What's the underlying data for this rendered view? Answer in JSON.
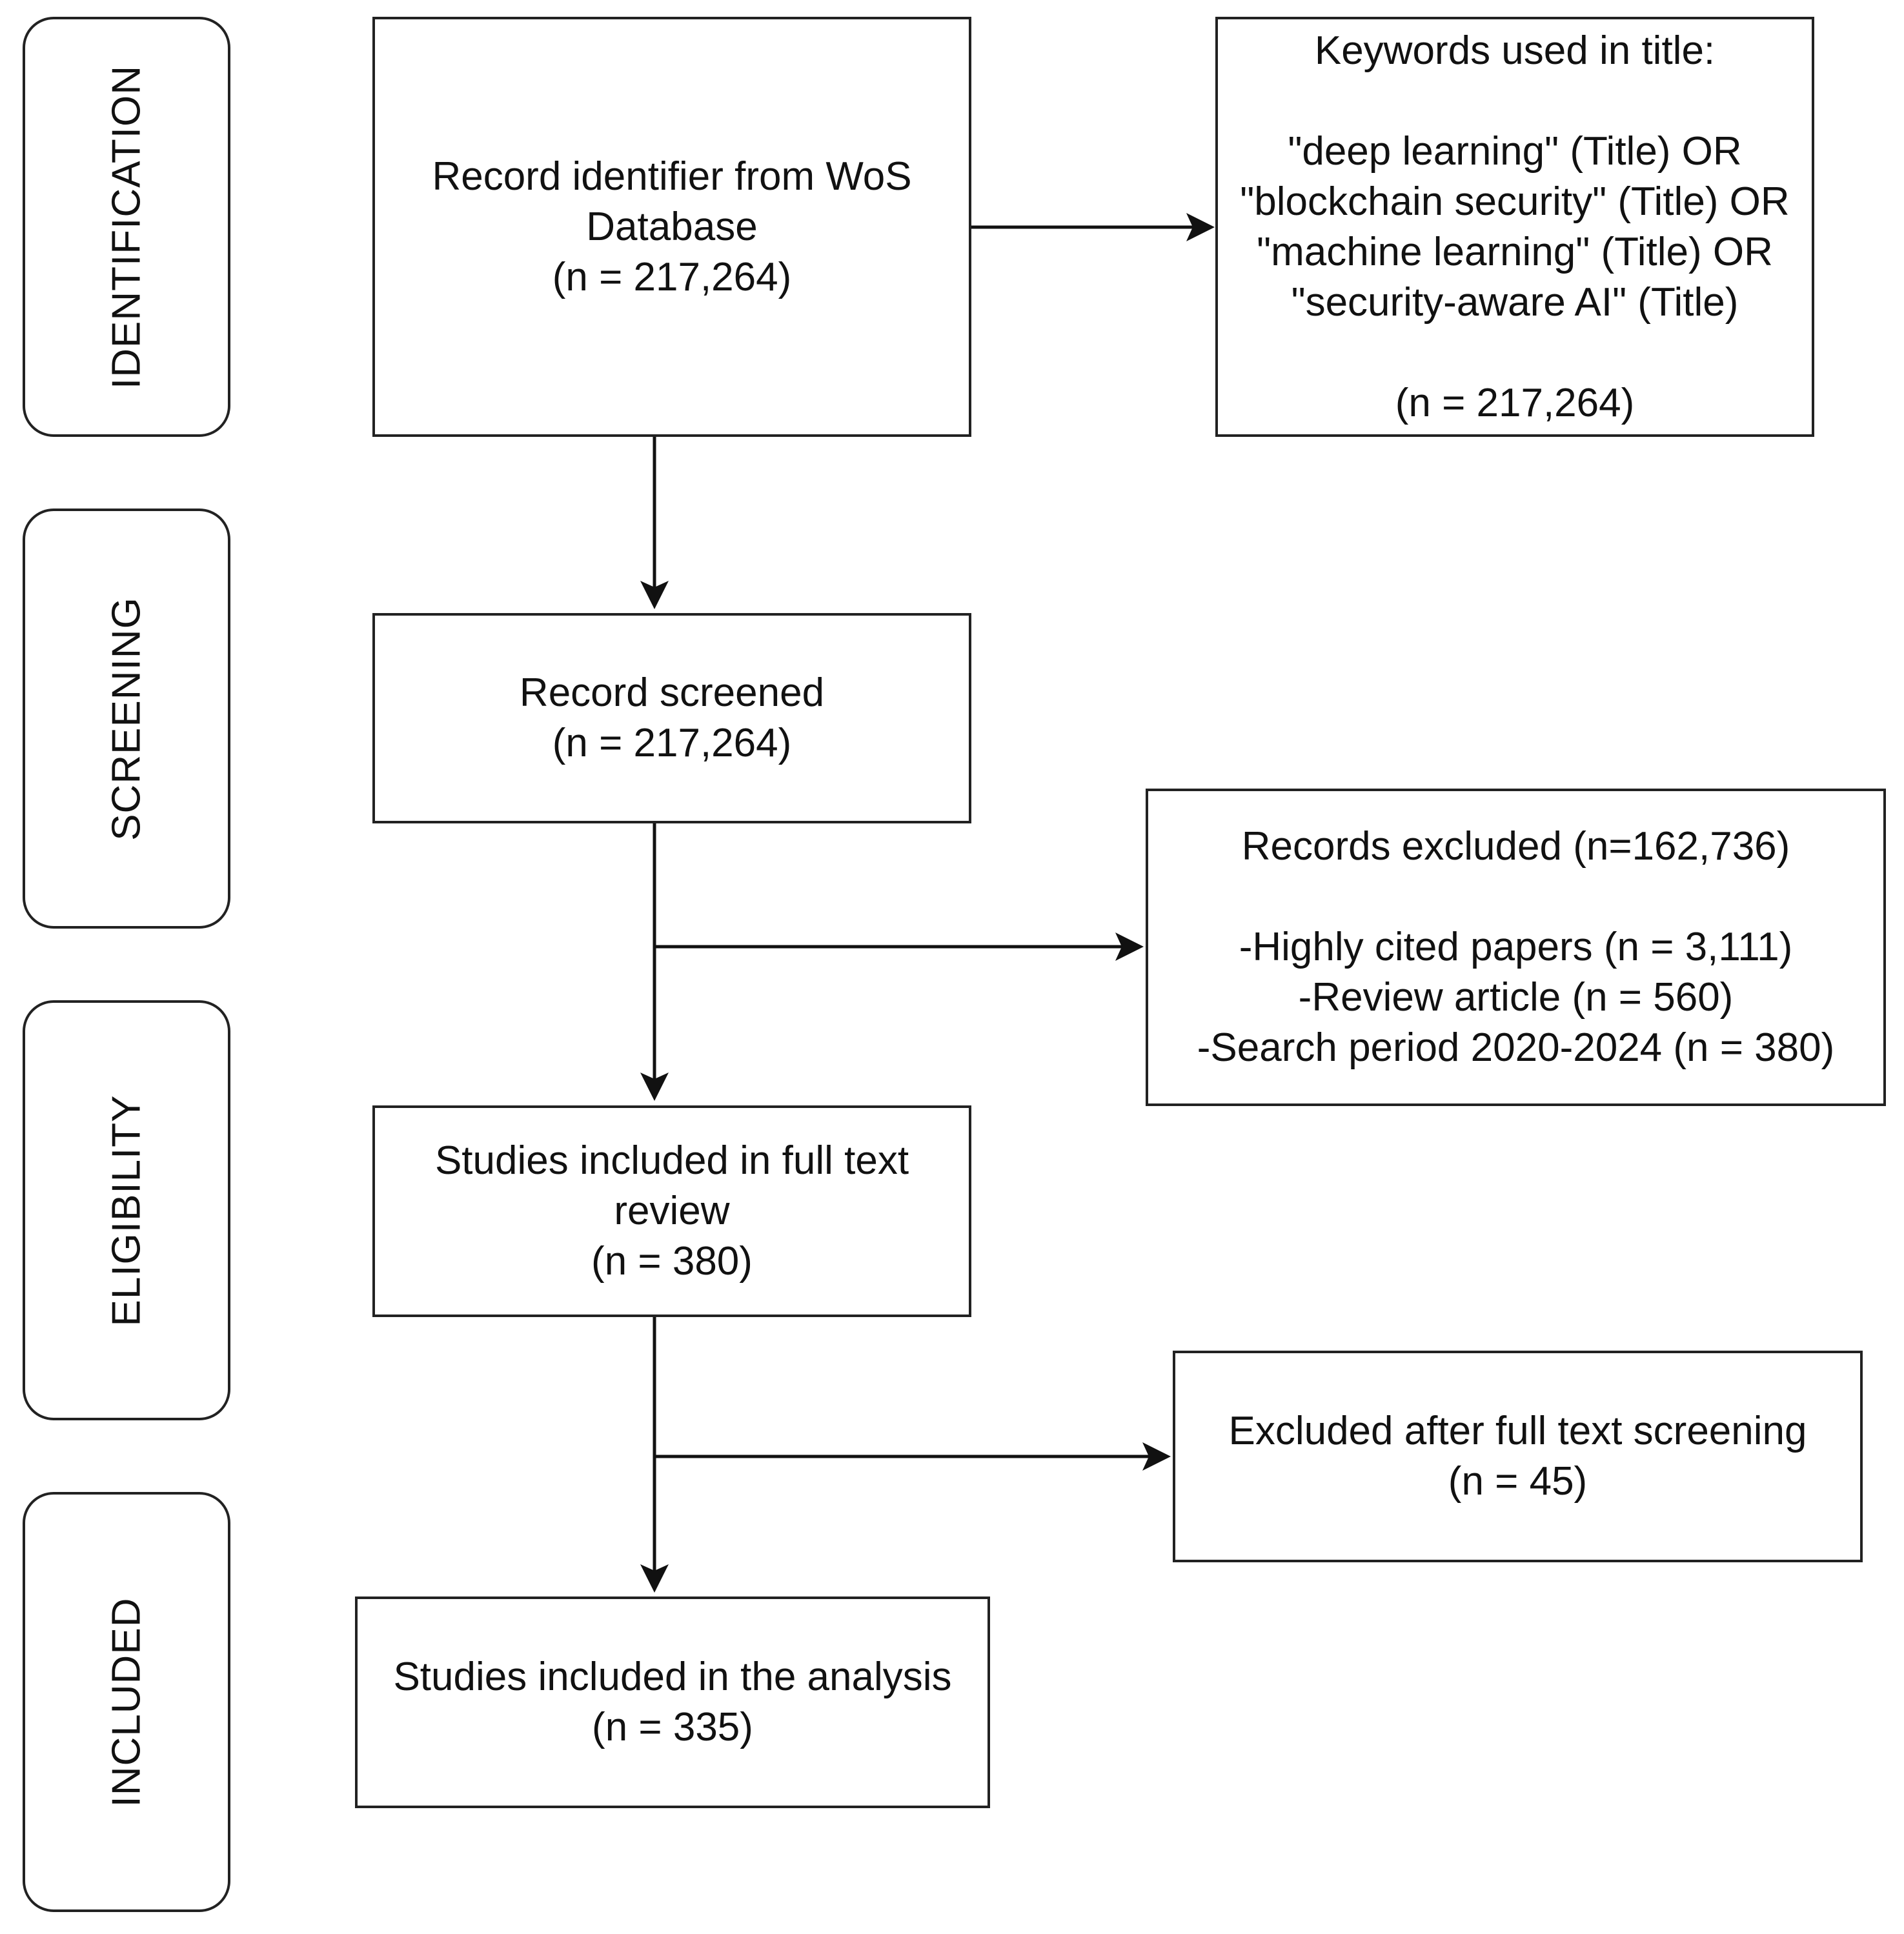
{
  "phases": {
    "identification": "IDENTIFICATION",
    "screening": "SCREENING",
    "eligibility": "ELIGIBILITY",
    "included": "INCLUDED"
  },
  "boxes": {
    "record_identifier": {
      "line1": "Record identifier from WoS",
      "line2": "Database",
      "count": "(n = 217,264)"
    },
    "keywords": {
      "heading": "Keywords used in title:",
      "terms": [
        "\"deep learning\" (Title) OR",
        "\"blockchain security\" (Title) OR",
        "\"machine learning\" (Title) OR",
        "\"security-aware AI\" (Title)"
      ],
      "count": "(n = 217,264)"
    },
    "record_screened": {
      "line1": "Record screened",
      "count": "(n = 217,264)"
    },
    "records_excluded": {
      "heading": "Records excluded (n=162,736)",
      "items": [
        "-Highly cited papers (n = 3,111)",
        "-Review article (n = 560)",
        "-Search period 2020-2024 (n = 380)"
      ]
    },
    "full_text_review": {
      "line1": "Studies included in full text",
      "line2": "review",
      "count": "(n = 380)"
    },
    "excluded_after_full_text": {
      "line1": "Excluded after full text screening",
      "count": "(n = 45)"
    },
    "included_analysis": {
      "line1": "Studies included in the analysis",
      "count": "(n = 335)"
    }
  }
}
